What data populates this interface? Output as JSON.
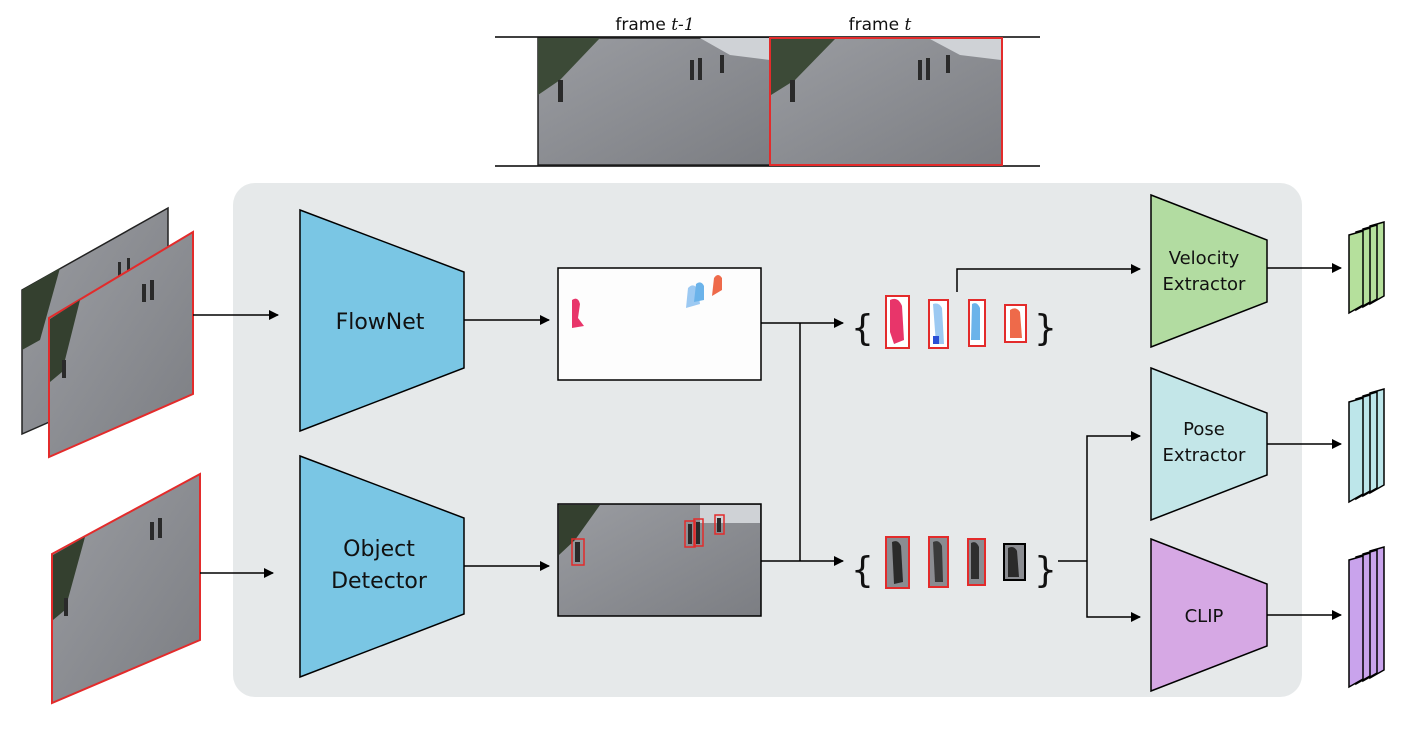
{
  "top_strip": {
    "frame_prev_prefix": "frame ",
    "frame_prev_var": "t-1",
    "frame_cur_prefix": "frame ",
    "frame_cur_var": "t"
  },
  "blocks": {
    "flownet": "FlowNet",
    "object_detector_line1": "Object",
    "object_detector_line2": "Detector",
    "velocity_line1": "Velocity",
    "velocity_line2": "Extractor",
    "pose_line1": "Pose",
    "pose_line2": "Extractor",
    "clip": "CLIP"
  },
  "colors": {
    "panel_bg": "#e6e9ea",
    "encoder_blue": "#7ac6e4",
    "velocity_green": "#b2dca1",
    "pose_cyan": "#c3e6e8",
    "clip_purple": "#d6a8e4",
    "feature_green": "#b5e09c",
    "feature_cyan": "#bde6ea",
    "feature_purple": "#c9a3ec",
    "highlight_red": "#e32b2b",
    "pavement": "#8a8c91",
    "mask_pink": "#e8356a",
    "mask_blue": "#6bb3ea",
    "mask_orange": "#ee6a4a"
  }
}
